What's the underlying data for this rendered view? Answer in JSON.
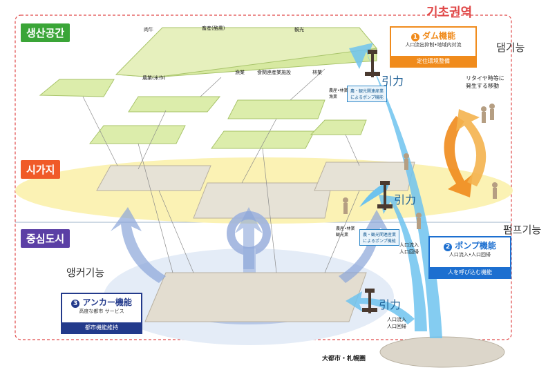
{
  "colors": {
    "region_border": "#e04848",
    "production_tag": "#3aa537",
    "urban_tag": "#f05a28",
    "center_tag": "#5b3fa5",
    "dam_orange": "#f08b1c",
    "pump_blue": "#1c6fd0",
    "anchor_navy": "#233a8b",
    "arrow_blue": "#6ec3ee",
    "band_yellow": "#fbf2b4",
    "plane_green": "#d7e9a1"
  },
  "region_title": "기초권역",
  "tiers": {
    "production": "생산공간",
    "urban": "시가지",
    "center": "중심도시"
  },
  "callouts": {
    "dam": "댐기능",
    "pump": "펌프기능",
    "anchor": "앵커기능"
  },
  "boxes": {
    "dam": {
      "title": "ダム機能",
      "sub": "人口流出抑制•地域内対流",
      "bar": "定住環境整備"
    },
    "pump": {
      "title": "ポンプ機能",
      "sub": "人口流入•人口回帰",
      "bar": "人を呼び込む機能"
    },
    "anchor": {
      "title": "アンカー機能",
      "sub": "高度な都市 サービス",
      "bar": "都市機能維持"
    }
  },
  "pull_labels": [
    "引力",
    "引力",
    "引力"
  ],
  "plane_labels": {
    "l1": "肉牛",
    "l2": "畜産(酪農)",
    "l3": "観光",
    "l4": "農業(米作)",
    "l5": "漁業",
    "l6": "食関連産業施設",
    "l7": "林業"
  },
  "small_box_text": "農・観光関連産業\nによるポンプ機能",
  "small_box_text2": "農・観光関連産業\nによるポンプ機能",
  "side_notes": {
    "retire": "リタイヤ時等に\n発生する移動",
    "inflow": "人口流入\n人口回帰",
    "inflow2": "人口流入\n人口回帰",
    "small1": "農産•林業\n漁業",
    "small2": "農産•林業\n観光業"
  },
  "metro_label": "大都市・札幌圏"
}
